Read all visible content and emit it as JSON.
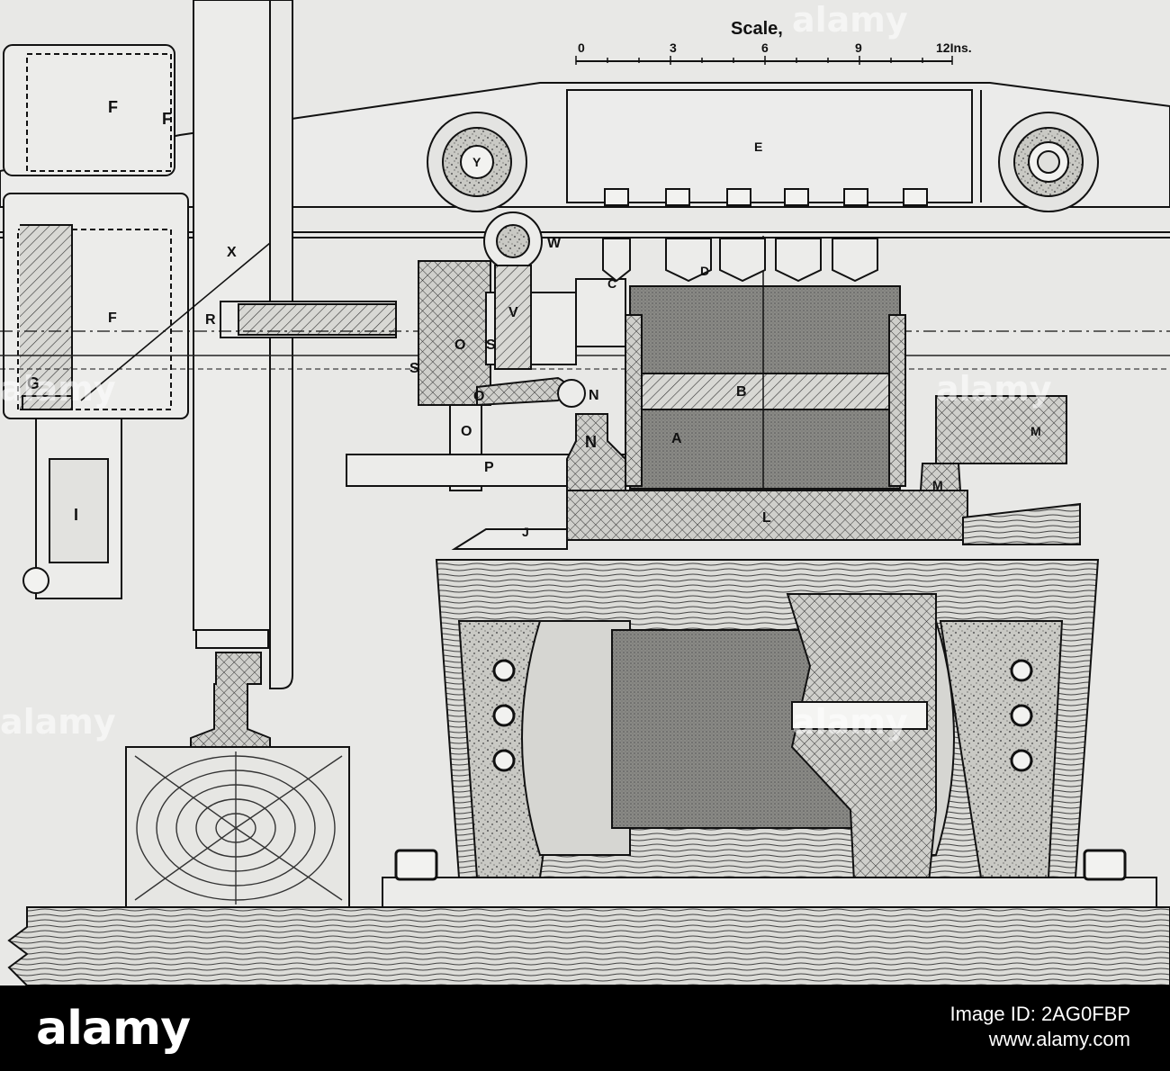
{
  "scale": {
    "title": "Scale,",
    "ticks": [
      "0",
      "3",
      "6",
      "9",
      "12Ins."
    ]
  },
  "labels": {
    "E": "E",
    "F1": "F",
    "F2": "F",
    "F3": "F",
    "G": "G",
    "I": "I",
    "X": "X",
    "R": "R",
    "S1": "S",
    "S2": "S",
    "O1": "O",
    "O2": "O",
    "O3": "O",
    "V": "V",
    "W": "W",
    "C": "C",
    "D": "D",
    "B": "B",
    "A": "A",
    "N1": "N",
    "N2": "N",
    "M1": "M",
    "M2": "M",
    "P": "P",
    "J": "J",
    "L": "L",
    "Y": "Y"
  },
  "watermark": "alamy",
  "footer": {
    "logo": "alamy",
    "image_id": "Image ID: 2AG0FBP",
    "url": "www.alamy.com"
  }
}
